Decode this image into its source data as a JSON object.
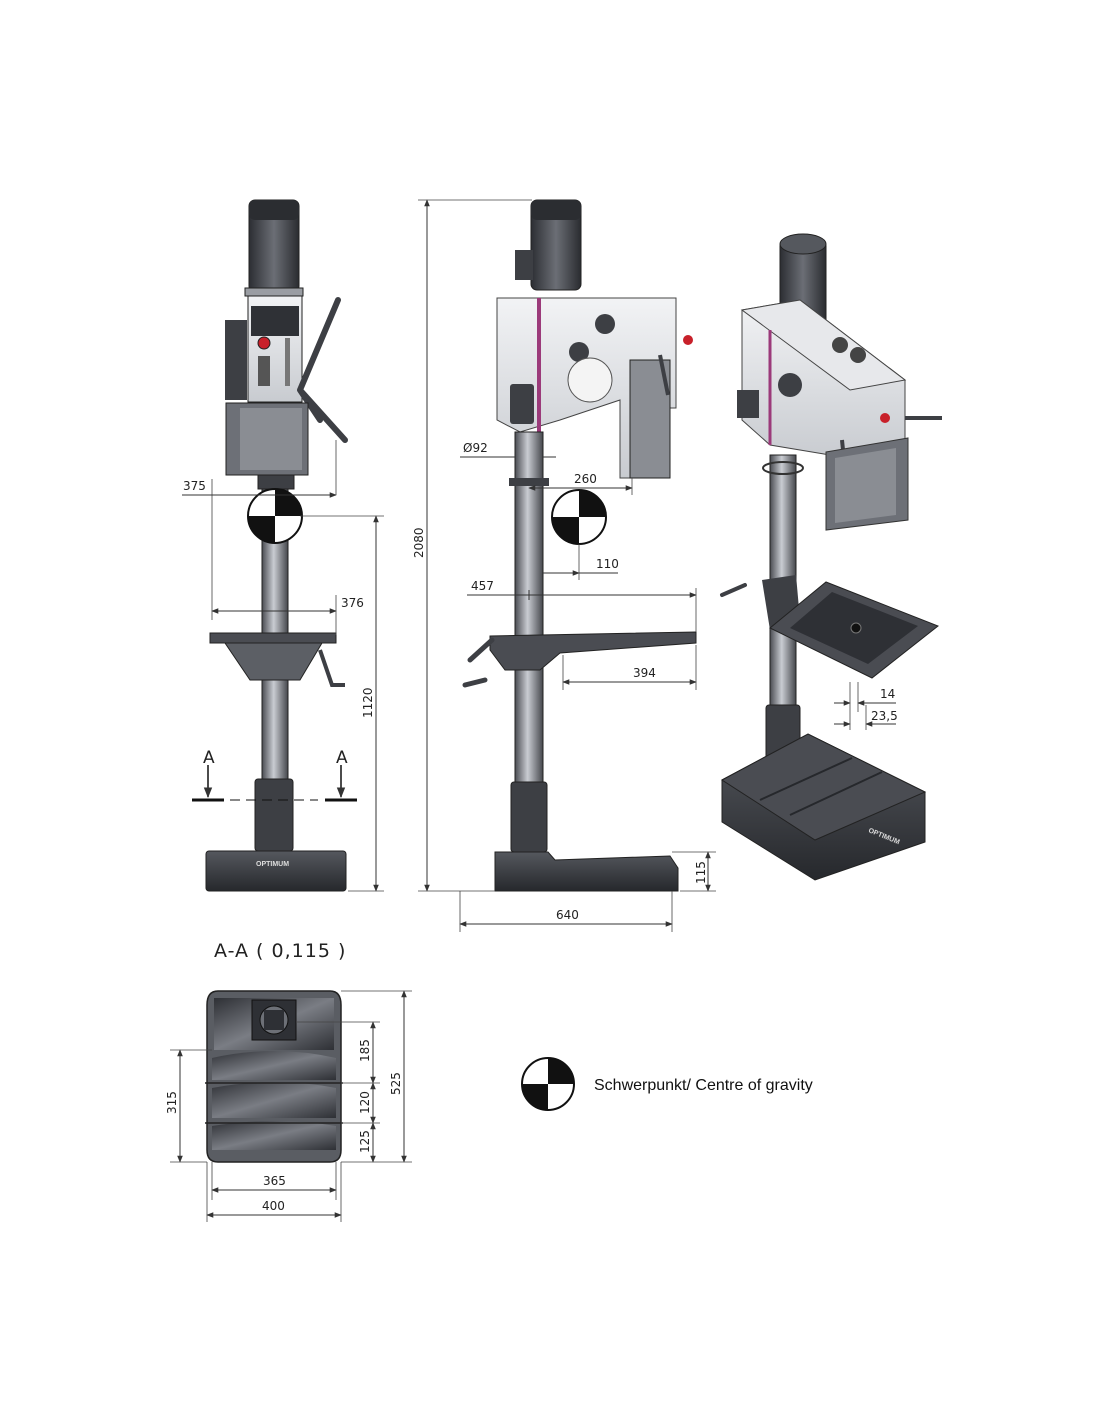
{
  "front_view": {
    "dims": {
      "d375": "375",
      "d376": "376",
      "d1120": "1120"
    },
    "section_marks": {
      "left": "A",
      "right": "A"
    },
    "base_logo": "OPTIMUM"
  },
  "side_view": {
    "dims": {
      "d2080": "2080",
      "d92": "Ø92",
      "d260": "260",
      "d110": "110",
      "d457": "457",
      "d394": "394",
      "d115": "115",
      "d640": "640"
    }
  },
  "iso_view": {
    "dims": {
      "d14": "14",
      "d23_5": "23,5"
    },
    "base_logo": "OPTIMUM"
  },
  "section_view": {
    "title": "A-A ( 0,115 )",
    "dims": {
      "d185": "185",
      "d120": "120",
      "d125": "125",
      "d525": "525",
      "d315": "315",
      "d365": "365",
      "d400": "400"
    }
  },
  "legend": {
    "label": "Schwerpunkt/ Centre of gravity"
  },
  "colors": {
    "accent_stripe": "#9b3a7a",
    "emergency_red": "#c8202a",
    "machine_dark": "#3d3f44"
  }
}
